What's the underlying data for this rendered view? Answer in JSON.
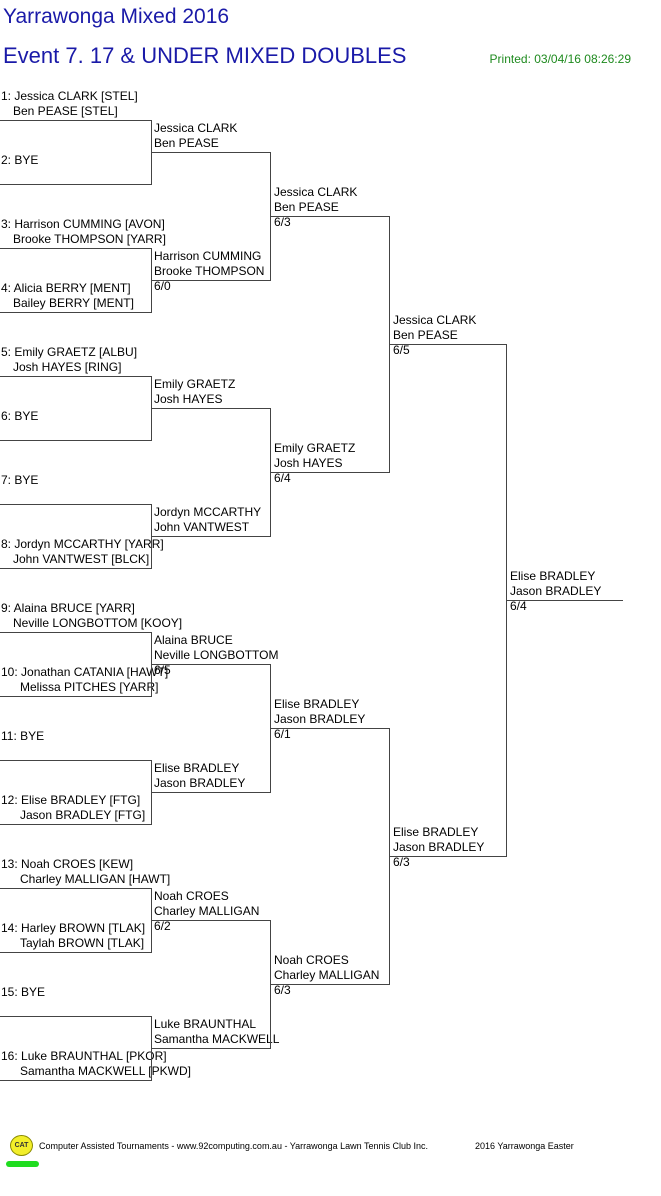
{
  "header": {
    "title": "Yarrawonga Mixed 2016",
    "event": "Event 7. 17 & UNDER MIXED DOUBLES",
    "printed": "Printed: 03/04/16 08:26:29"
  },
  "round1": [
    {
      "l1": "1: Jessica CLARK [STEL]",
      "l2": "Ben PEASE [STEL]"
    },
    {
      "l1": "2: BYE",
      "l2": ""
    },
    {
      "l1": "3: Harrison CUMMING [AVON]",
      "l2": "Brooke THOMPSON [YARR]"
    },
    {
      "l1": "4: Alicia BERRY [MENT]",
      "l2": "Bailey BERRY [MENT]"
    },
    {
      "l1": "5: Emily GRAETZ [ALBU]",
      "l2": "Josh HAYES [RING]"
    },
    {
      "l1": "6: BYE",
      "l2": ""
    },
    {
      "l1": "7: BYE",
      "l2": ""
    },
    {
      "l1": "8: Jordyn MCCARTHY [YARR]",
      "l2": "John VANTWEST [BLCK]"
    },
    {
      "l1": "9: Alaina BRUCE [YARR]",
      "l2": "Neville LONGBOTTOM [KOOY]"
    },
    {
      "l1": "10: Jonathan CATANIA [HAWT]",
      "l2": "Melissa PITCHES [YARR]"
    },
    {
      "l1": "11: BYE",
      "l2": ""
    },
    {
      "l1": "12: Elise BRADLEY [FTG]",
      "l2": "Jason BRADLEY [FTG]"
    },
    {
      "l1": "13: Noah CROES [KEW]",
      "l2": "Charley MALLIGAN [HAWT]"
    },
    {
      "l1": "14: Harley BROWN [TLAK]",
      "l2": "Taylah BROWN [TLAK]"
    },
    {
      "l1": "15: BYE",
      "l2": ""
    },
    {
      "l1": "16: Luke BRAUNTHAL [PKOR]",
      "l2": "Samantha MACKWELL [PKWD]"
    }
  ],
  "round2": [
    {
      "p1": "Jessica CLARK",
      "p2": "Ben PEASE",
      "score": ""
    },
    {
      "p1": "Harrison CUMMING",
      "p2": "Brooke THOMPSON",
      "score": "6/0"
    },
    {
      "p1": "Emily GRAETZ",
      "p2": "Josh HAYES",
      "score": ""
    },
    {
      "p1": "Jordyn MCCARTHY",
      "p2": "John VANTWEST",
      "score": ""
    },
    {
      "p1": "Alaina BRUCE",
      "p2": "Neville LONGBOTTOM",
      "score": "6/5"
    },
    {
      "p1": "Elise BRADLEY",
      "p2": "Jason BRADLEY",
      "score": ""
    },
    {
      "p1": "Noah CROES",
      "p2": "Charley MALLIGAN",
      "score": "6/2"
    },
    {
      "p1": "Luke BRAUNTHAL",
      "p2": "Samantha MACKWELL",
      "score": ""
    }
  ],
  "round3": [
    {
      "p1": "Jessica CLARK",
      "p2": "Ben PEASE",
      "score": "6/3"
    },
    {
      "p1": "Emily GRAETZ",
      "p2": "Josh HAYES",
      "score": "6/4"
    },
    {
      "p1": "Elise BRADLEY",
      "p2": "Jason BRADLEY",
      "score": "6/1"
    },
    {
      "p1": "Noah CROES",
      "p2": "Charley MALLIGAN",
      "score": "6/3"
    }
  ],
  "round4": [
    {
      "p1": "Jessica CLARK",
      "p2": "Ben PEASE",
      "score": "6/5"
    },
    {
      "p1": "Elise BRADLEY",
      "p2": "Jason BRADLEY",
      "score": "6/3"
    }
  ],
  "final": {
    "p1": "Elise BRADLEY",
    "p2": "Jason BRADLEY",
    "score": "6/4"
  },
  "footer": {
    "logo_text": "CAT",
    "line": "Computer Assisted Tournaments - www.92computing.com.au -  Yarrawonga Lawn Tennis Club Inc.",
    "right": "2016 Yarrawonga Easter",
    "logo_color": "#f2ee2a",
    "bar_color": "#1fdc1f"
  }
}
